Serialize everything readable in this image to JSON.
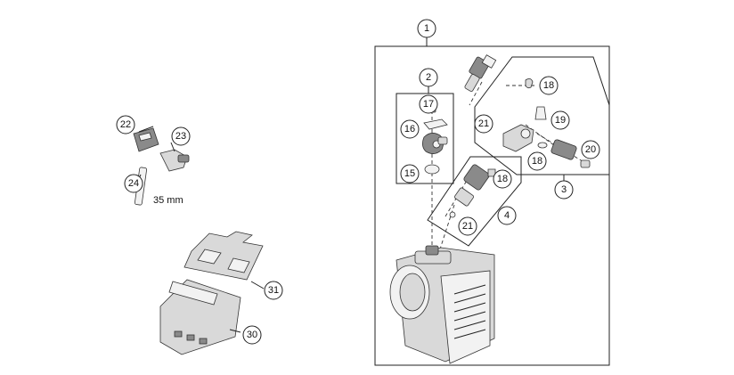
{
  "callouts": {
    "c1": "1",
    "c2": "2",
    "c3": "3",
    "c4": "4",
    "c15": "15",
    "c16": "16",
    "c17": "17",
    "c18a": "18",
    "c18b": "18",
    "c18c": "18",
    "c19": "19",
    "c20": "20",
    "c21a": "21",
    "c21b": "21",
    "c22": "22",
    "c23": "23",
    "c24": "24",
    "c30": "30",
    "c31": "31"
  },
  "dimension_label": "35 mm"
}
